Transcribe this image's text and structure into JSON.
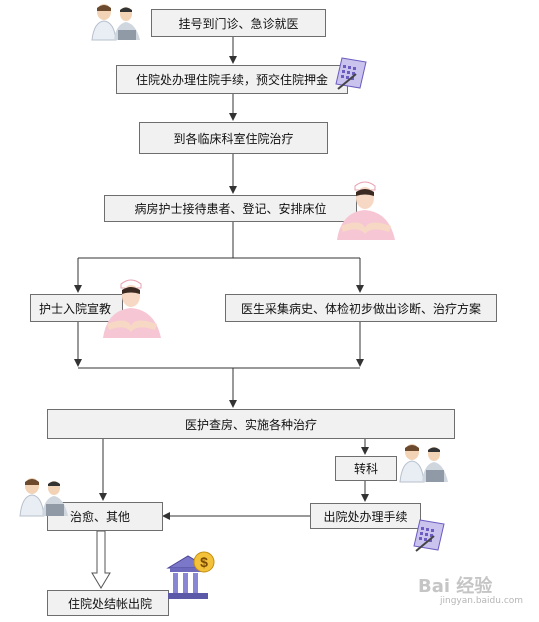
{
  "flow": {
    "step1": "挂号到门诊、急诊就医",
    "step2": "住院处办理住院手续，预交住院押金",
    "step3": "到各临床科室住院治疗",
    "step4": "病房护士接待患者、登记、安排床位",
    "step5a": "护士入院宣教",
    "step5b": "医生采集病史、体检初步做出诊断、治疗方案",
    "step6": "医护查房、实施各种治疗",
    "transfer": "转科",
    "cure": "治愈、其他",
    "discharge_process": "出院处办理手续",
    "final": "住院处结帐出院"
  },
  "watermark": {
    "logo": "Bai 经验",
    "url": "jingyan.baidu.com"
  },
  "colors": {
    "box_fill": "#f1f1f1",
    "box_border": "#6e6e6e",
    "arrow": "#333333"
  }
}
